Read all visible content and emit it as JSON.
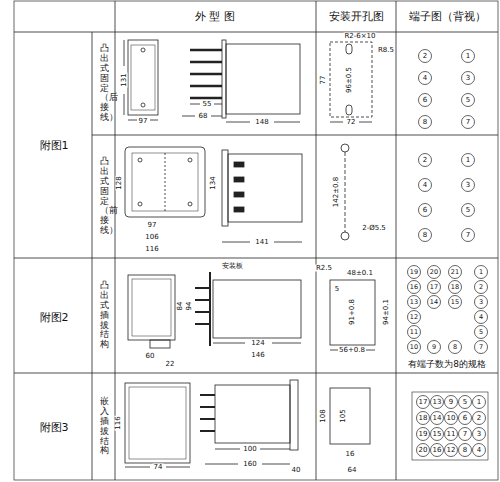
{
  "diagram": {
    "labels": [
      "外 型 图",
      "安装开孔图",
      "端子图（背视）",
      "附图1",
      "附图2",
      "附图3",
      "凸出式固定（后接线）",
      "凸出式固定（前接线）",
      "凸出式插拔结构",
      "嵌入插拔结构",
      "131",
      "97",
      "55",
      "68",
      "148",
      "R2-6×10",
      "R8.5",
      "77",
      "96±0.5",
      "72",
      "128",
      "97",
      "106",
      "116",
      "134",
      "141",
      "142±0.8",
      "2-Ø5.5",
      "安装板",
      "84",
      "94",
      "60",
      "22",
      "124",
      "146",
      "R2.5",
      "48±0.1",
      "5",
      "91+0.8",
      "94±0.1",
      "56+0.8",
      "有端子数为8的规格",
      "116",
      "74",
      "100",
      "160",
      "40",
      "108",
      "105",
      "16",
      "64",
      "2",
      "1",
      "4",
      "3",
      "6",
      "5",
      "8",
      "7",
      "2",
      "1",
      "4",
      "3",
      "6",
      "5",
      "8",
      "7",
      "19",
      "20",
      "21",
      "1",
      "16",
      "17",
      "18",
      "2",
      "13",
      "14",
      "15",
      "3",
      "12",
      "4",
      "11",
      "5",
      "10",
      "9",
      "8",
      "7",
      "17",
      "13",
      "9",
      "5",
      "1",
      "18",
      "14",
      "10",
      "6",
      "2",
      "19",
      "15",
      "11",
      "7",
      "3",
      "20",
      "16",
      "12",
      "8",
      "4"
    ]
  }
}
